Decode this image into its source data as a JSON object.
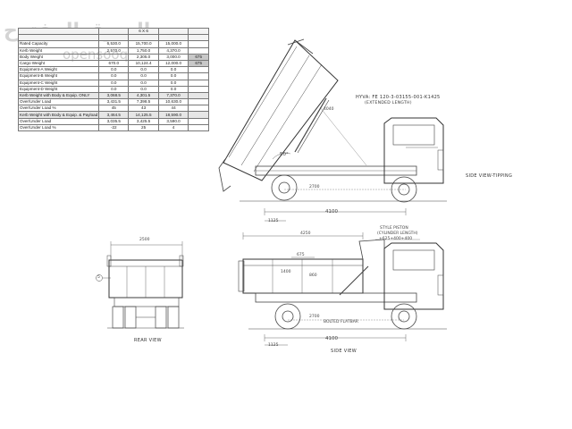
{
  "watermark": {
    "text": "السوق المفتوح",
    "sub": "opensooq"
  },
  "table": {
    "rows": [
      {
        "label": "",
        "cells": [
          "",
          "6 X 6",
          "",
          ""
        ]
      },
      {
        "label": "",
        "cells": [
          "",
          "",
          "",
          ""
        ]
      },
      {
        "label": "Rated Capacity",
        "cells": [
          "6,530.0",
          "15,700.0",
          "15,000.0",
          ""
        ]
      },
      {
        "label": "Kerb Weight",
        "cells": [
          "2,570.0",
          "1,750.0",
          "4,370.0",
          ""
        ]
      },
      {
        "label": "Body Weight",
        "cells": [
          "",
          "2,305.0",
          "3,000.0",
          "675"
        ]
      },
      {
        "label": "Cargo Weight",
        "cells": [
          "670.0",
          "10,124.4",
          "12,000.0",
          "675"
        ]
      },
      {
        "label": "Equipment-A Weight",
        "cells": [
          "0.0",
          "0.0",
          "0.0",
          ""
        ]
      },
      {
        "label": "Equipment-B Weight",
        "cells": [
          "0.0",
          "0.0",
          "0.0",
          ""
        ]
      },
      {
        "label": "Equipment-C Weight",
        "cells": [
          "0.0",
          "0.0",
          "0.0",
          ""
        ]
      },
      {
        "label": "Equipment-D Weight",
        "cells": [
          "0.0",
          "0.0",
          "0.0",
          ""
        ]
      },
      {
        "label": "Kerb Weight with Body & Equip. ONLY",
        "cells": [
          "3,068.5",
          "4,301.5",
          "7,370.0",
          ""
        ]
      },
      {
        "label": "Over/Under Load",
        "cells": [
          "3,431.5",
          "7,398.5",
          "10,630.0",
          ""
        ]
      },
      {
        "label": "Over/Under Load %",
        "cells": [
          "45",
          "43",
          "44",
          ""
        ]
      },
      {
        "label": "Kerb Weight with Body & Equip. & Payload",
        "cells": [
          "3,464.5",
          "14,125.5",
          "18,590.0",
          ""
        ]
      },
      {
        "label": "Over/Under Load",
        "cells": [
          "3,035.5",
          "3,425.5",
          "3,590.0",
          ""
        ]
      },
      {
        "label": "Over/Under Load %",
        "cells": [
          "-22",
          "25",
          "4",
          ""
        ]
      }
    ]
  },
  "labels": {
    "hyva_note_1": "HYVA: FE 120-3-03155-001-K1425",
    "hyva_note_2": "(EXTENDED LENGTH)",
    "side_tipping": "SIDE  VIEW-TIPPING",
    "rear_view": "REAR VIEW",
    "side_view": "SIDE  VIEW",
    "angle": "50°",
    "dim_4100_a": "4100",
    "dim_1125_a": "1125",
    "dim_2700_a": "2700",
    "dim_4040": "4040",
    "dim_2500": "2500",
    "dim_4250": "4250",
    "dim_675": "675",
    "dim_2700_b": "2700",
    "dim_4100_b": "4100",
    "dim_1125_b": "1125",
    "dim_860": "860",
    "dim_1400": "1400",
    "note_style": "STYLE PISTON",
    "note_cyl": "(CYLINDER LENGTH)",
    "note_cyl2": "+625+400+400",
    "note_bolt": "BOLTED FLATBAR",
    "callout": "5"
  }
}
